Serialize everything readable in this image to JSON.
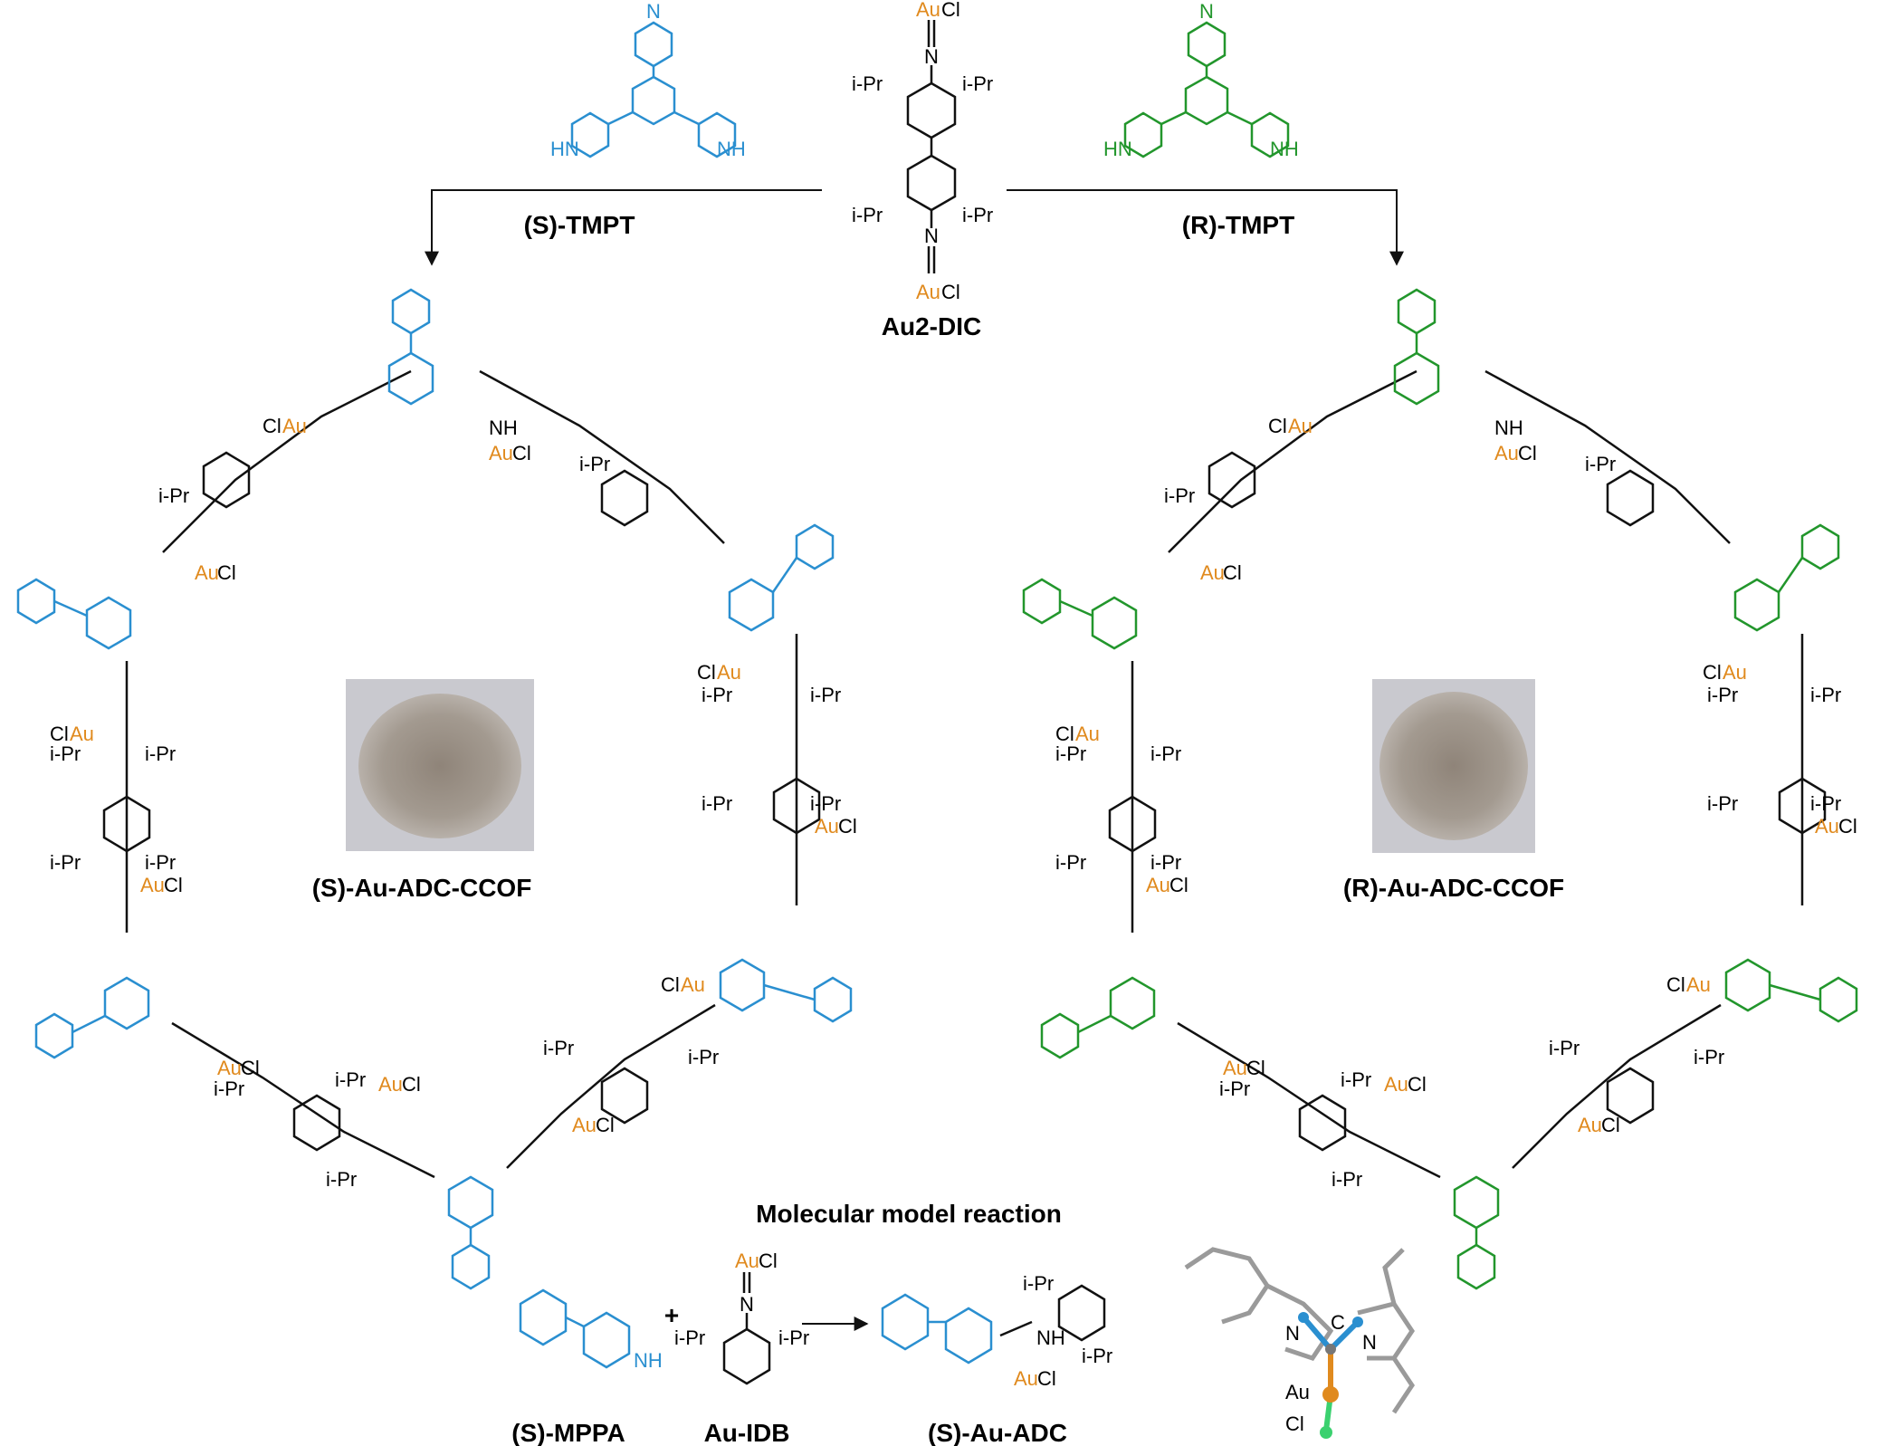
{
  "colors": {
    "s_enantiomer": "#2a8fd0",
    "r_enantiomer": "#22962c",
    "gold": "#e08a1e",
    "bond": "#111111"
  },
  "reagents": {
    "left_linker": "(S)-TMPT",
    "right_linker": "(R)-TMPT",
    "center": "Au2-DIC",
    "atoms": {
      "aucl_au": "Au",
      "aucl_cl": "Cl",
      "n": "N",
      "ipr": "i-Pr",
      "nh": "NH",
      "hn": "HN"
    }
  },
  "products": {
    "left": "(S)-Au-ADC-CCOF",
    "right": "(R)-Au-ADC-CCOF"
  },
  "model": {
    "title": "Molecular model reaction",
    "plus": "+",
    "reactant1": "(S)-MPPA",
    "reactant2": "Au-IDB",
    "product": "(S)-Au-ADC",
    "crystal_labels": {
      "n1": "N",
      "c": "C",
      "n2": "N",
      "au": "Au",
      "cl": "Cl"
    }
  }
}
